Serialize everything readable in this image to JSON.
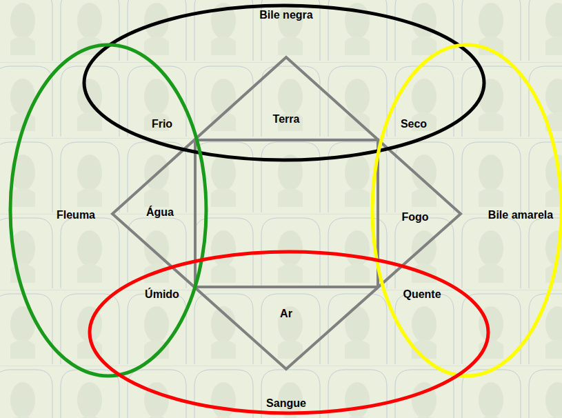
{
  "diagram": {
    "nodes": [
      {
        "text": [
          "Bile negra"
        ]
      },
      {
        "text": [
          "Fleuma"
        ]
      },
      {
        "text": [
          "Bile amarela"
        ]
      },
      {
        "text": [
          "Sangue"
        ]
      }
    ],
    "labels": [
      "Frio",
      "Terra",
      "Seco",
      "Água",
      "Fogo",
      "Úmido",
      "Quente",
      "Ar"
    ]
  }
}
